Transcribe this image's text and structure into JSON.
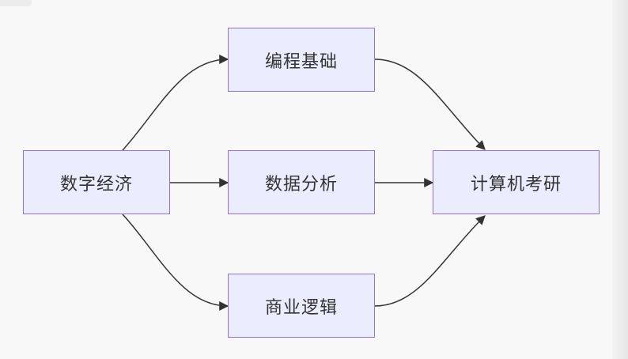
{
  "diagram": {
    "nodes": {
      "digital_economy": "数字经济",
      "programming_basics": "编程基础",
      "data_analysis": "数据分析",
      "business_logic": "商业逻辑",
      "cs_postgrad": "计算机考研"
    },
    "edges": [
      {
        "from": "digital_economy",
        "to": "programming_basics"
      },
      {
        "from": "digital_economy",
        "to": "data_analysis"
      },
      {
        "from": "digital_economy",
        "to": "business_logic"
      },
      {
        "from": "programming_basics",
        "to": "cs_postgrad"
      },
      {
        "from": "data_analysis",
        "to": "cs_postgrad"
      },
      {
        "from": "business_logic",
        "to": "cs_postgrad"
      }
    ],
    "colors": {
      "node_fill": "#ececff",
      "node_border": "#9370db",
      "edge": "#333333",
      "background": "#f8f8f8"
    }
  }
}
